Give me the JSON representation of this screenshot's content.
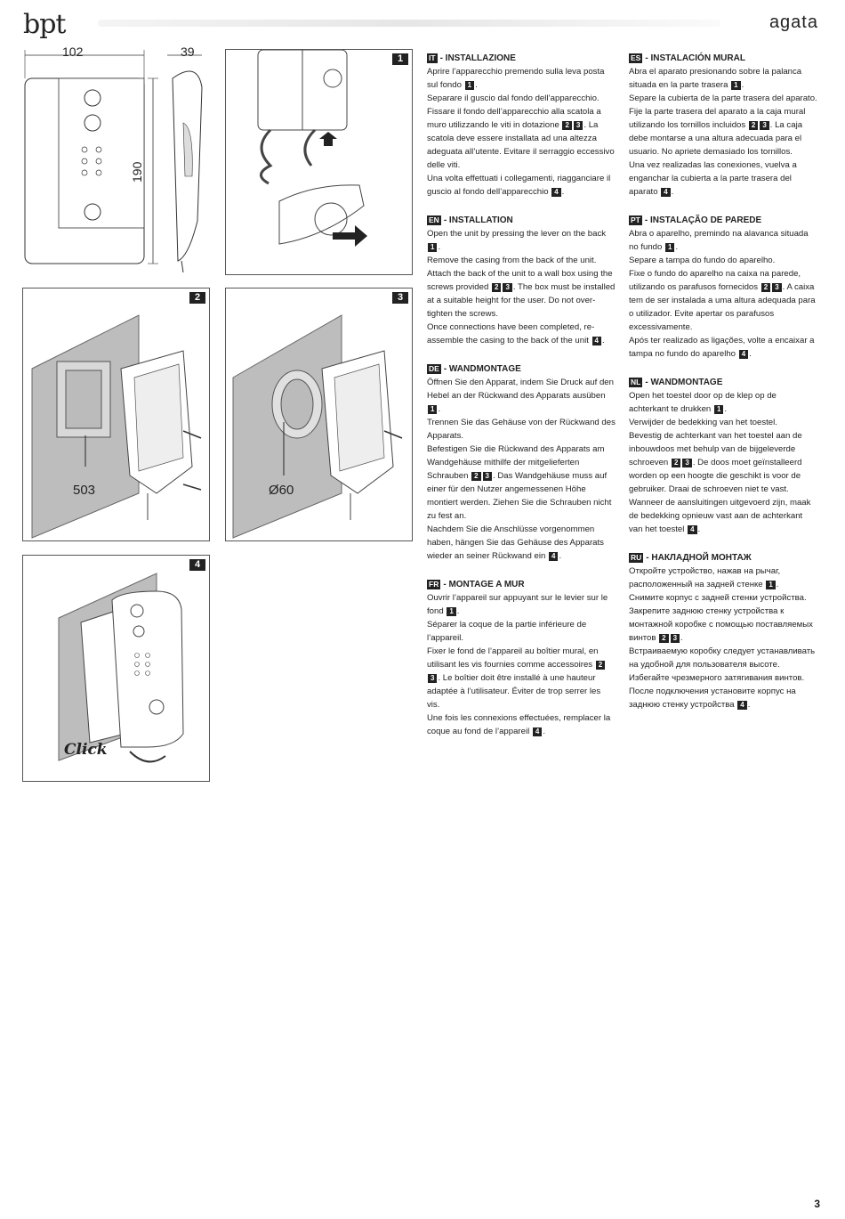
{
  "header": {
    "logo": "bpt",
    "brand": "agata"
  },
  "figure_top": {
    "width_label": "102",
    "depth_label": "39",
    "height_label": "190"
  },
  "panels": [
    {
      "num": "1"
    },
    {
      "num": "2",
      "label": "503"
    },
    {
      "num": "3",
      "label": "Ø60"
    },
    {
      "num": "4",
      "label": "Click"
    }
  ],
  "sections": [
    {
      "code": "IT",
      "title": "- INSTALLAZIONE",
      "lines": [
        "Aprire l’apparecchio premendo sulla leva posta sul fondo [1].",
        "Separare il guscio dal fondo dell’apparecchio.",
        "Fissare il fondo dell’apparecchio alla scatola a muro utilizzando le viti in dotazione [2][3]. La scatola deve essere installata ad una altezza adeguata all’utente. Evitare il serraggio eccessivo delle viti.",
        "Una volta effettuati i collegamenti, riagganciare il guscio al fondo dell’apparecchio [4]."
      ]
    },
    {
      "code": "EN",
      "title": "- INSTALLATION",
      "lines": [
        "Open the unit by pressing the lever on the back [1].",
        "Remove the casing from the back of the unit.",
        "Attach the back of the unit to a wall box using the screws provided [2][3]. The box must be installed at a suitable height for the user. Do not over-tighten the screws.",
        "Once connections have been completed, re-assemble the casing to the back of the unit [4]."
      ]
    },
    {
      "code": "DE",
      "title": "- WANDMONTAGE",
      "lines": [
        "Öffnen Sie den Apparat, indem Sie Druck auf den Hebel an der Rückwand des Apparats ausüben [1].",
        "Trennen Sie das Gehäuse von der Rückwand des Apparats.",
        "Befestigen Sie die Rückwand des Apparats am Wandgehäuse mithilfe der mitgelieferten Schrauben [2][3]. Das Wandgehäuse muss auf einer für den Nutzer angemessenen Höhe montiert werden. Ziehen Sie die Schrauben nicht zu fest an.",
        "Nachdem Sie die Anschlüsse vorgenommen haben, hängen Sie das Gehäuse des Apparats wieder an seiner Rückwand ein [4]."
      ]
    },
    {
      "code": "FR",
      "title": "- MONTAGE A MUR",
      "lines": [
        "Ouvrir l’appareil sur appuyant sur le levier sur le fond [1].",
        "Séparer la coque de la partie inférieure de l’appareil.",
        "Fixer le fond de l’appareil au boîtier mural, en utilisant les vis fournies comme accessoires [2][3]. Le boîtier doit être installé à une hauteur adaptée à l’utilisateur. Éviter de trop serrer les vis.",
        "Une fois les connexions effectuées, remplacer la coque au fond de l’appareil [4]."
      ]
    },
    {
      "code": "ES",
      "title": "- INSTALACIÓN MURAL",
      "lines": [
        "Abra el aparato presionando sobre la palanca situada en la parte trasera [1].",
        "Separe la cubierta de la parte trasera del aparato.",
        "Fije la parte trasera del aparato a la caja mural utilizando los tornillos incluidos [2][3]. La caja debe montarse a una altura adecuada para el usuario. No apriete demasiado los tornillos.",
        "Una vez realizadas las conexiones, vuelva a enganchar la cubierta a la parte trasera del aparato [4]."
      ]
    },
    {
      "code": "PT",
      "title": "- INSTALAÇÃO DE PAREDE",
      "lines": [
        "Abra o aparelho, premindo na alavanca situada no fundo [1].",
        "Separe a tampa do fundo do aparelho.",
        "Fixe o fundo do aparelho na caixa na parede, utilizando os parafusos fornecidos [2][3]. A caixa tem de ser instalada a uma altura adequada para o utilizador. Evite apertar os parafusos excessivamente.",
        "Após ter realizado as ligações, volte a encaixar a tampa no fundo do aparelho [4]."
      ]
    },
    {
      "code": "NL",
      "title": "- WANDMONTAGE",
      "lines": [
        "Open het toestel door op de klep op de achterkant te drukken [1].",
        "Verwijder de bedekking van het toestel.",
        "Bevestig de achterkant van het toestel aan de inbouwdoos met behulp van de bijgeleverde schroeven [2][3]. De doos moet geïnstalleerd worden op een hoogte die geschikt is voor de gebruiker. Draai de schroeven niet te vast.",
        "Wanneer de aansluitingen uitgevoerd zijn, maak de bedekking opnieuw vast aan de achterkant van het toestel [4]."
      ]
    },
    {
      "code": "RU",
      "title": "- НАКЛАДНОЙ МОНТАЖ",
      "lines": [
        "Откройте устройство, нажав на рычаг, расположенный на задней стенке [1].",
        "Снимите корпус с задней стенки устройства.",
        "Закрепите заднюю стенку устройства к монтажной коробке с помощью поставляемых винтов [2][3].",
        "Встраиваемую коробку следует устанавливать на удобной для пользователя высоте. Избегайте чрезмерного затягивания винтов. После подключения установите корпус на заднюю стенку устройства [4]."
      ]
    }
  ],
  "page_number": "3"
}
